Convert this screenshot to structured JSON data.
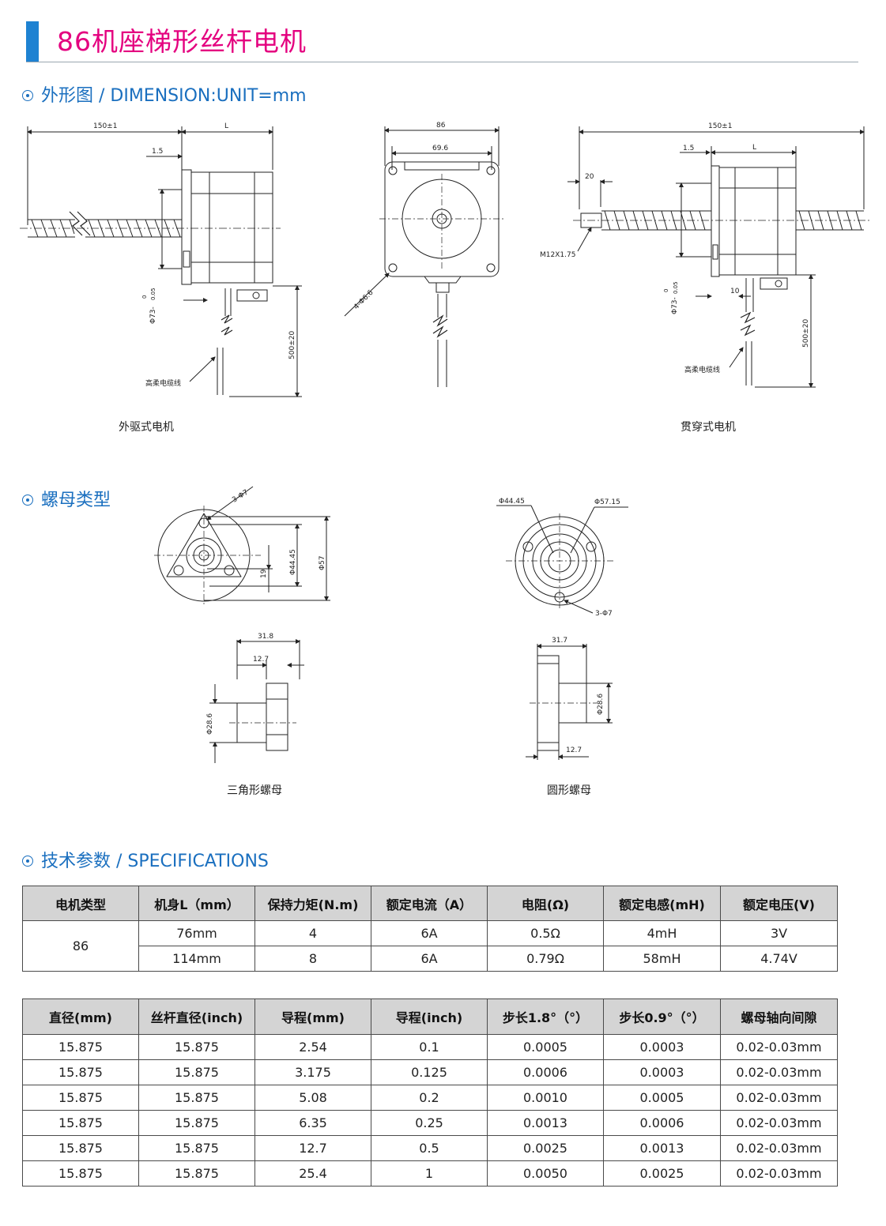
{
  "header": {
    "title": "86机座梯形丝杆电机"
  },
  "sections": {
    "dimension": "外形图 / DIMENSION:UNIT=mm",
    "nut_types": "螺母类型",
    "specifications": "技术参数 / SPECIFICATIONS"
  },
  "drawings": {
    "external_motor": {
      "caption": "外驱式电机",
      "dim_total": "150±1",
      "dim_body": "L",
      "dim_flange": "1.5",
      "dim_boss": "Φ73-",
      "tol_upper": "0",
      "tol_lower": "0.05",
      "dim_cable": "500±20",
      "cable_label": "高柔电缆线"
    },
    "front_view": {
      "dim_outer": "86",
      "dim_hole_pitch": "69.6",
      "dim_holes": "4-Φ6.6"
    },
    "through_motor": {
      "caption": "贯穿式电机",
      "dim_total": "150±1",
      "dim_body": "L",
      "dim_flange": "1.5",
      "dim_tip": "20",
      "dim_thread": "M12X1.75",
      "dim_boss": "Φ73-",
      "tol_upper": "0",
      "tol_lower": "0.05",
      "dim_cable_gap": "10",
      "dim_cable": "500±20",
      "cable_label": "高柔电缆线"
    },
    "triangle_nut": {
      "caption": "三角形螺母",
      "dim_holes": "3-Φ7",
      "dim_19": "19",
      "dim_44": "Φ44.45",
      "dim_57": "Φ57",
      "dim_len": "31.8",
      "dim_flange": "12.7",
      "dim_dia": "Φ28.6"
    },
    "round_nut": {
      "caption": "圆形螺母",
      "dim_44": "Φ44.45",
      "dim_57": "Φ57.15",
      "dim_holes": "3-Φ7",
      "dim_len": "31.7",
      "dim_dia": "Φ28.6",
      "dim_flange": "12.7"
    }
  },
  "table1": {
    "headers": [
      "电机类型",
      "机身L（mm）",
      "保持力矩(N.m)",
      "额定电流（A）",
      "电阻(Ω)",
      "额定电感(mH)",
      "额定电压(V)"
    ],
    "motor_type": "86",
    "rows": [
      [
        "76mm",
        "4",
        "6A",
        "0.5Ω",
        "4mH",
        "3V"
      ],
      [
        "114mm",
        "8",
        "6A",
        "0.79Ω",
        "58mH",
        "4.74V"
      ]
    ]
  },
  "table2": {
    "headers": [
      "直径(mm)",
      "丝杆直径(inch)",
      "导程(mm)",
      "导程(inch)",
      "步长1.8°（°）",
      "步长0.9°（°）",
      "螺母轴向间隙"
    ],
    "rows": [
      [
        "15.875",
        "15.875",
        "2.54",
        "0.1",
        "0.0005",
        "0.0003",
        "0.02-0.03mm"
      ],
      [
        "15.875",
        "15.875",
        "3.175",
        "0.125",
        "0.0006",
        "0.0003",
        "0.02-0.03mm"
      ],
      [
        "15.875",
        "15.875",
        "5.08",
        "0.2",
        "0.0010",
        "0.0005",
        "0.02-0.03mm"
      ],
      [
        "15.875",
        "15.875",
        "6.35",
        "0.25",
        "0.0013",
        "0.0006",
        "0.02-0.03mm"
      ],
      [
        "15.875",
        "15.875",
        "12.7",
        "0.5",
        "0.0025",
        "0.0013",
        "0.02-0.03mm"
      ],
      [
        "15.875",
        "15.875",
        "25.4",
        "1",
        "0.0050",
        "0.0025",
        "0.02-0.03mm"
      ]
    ]
  },
  "colors": {
    "title": "#e4007f",
    "accent": "#1e82d2",
    "section": "#1a6fbf",
    "table_header": "#d4d4d4"
  }
}
